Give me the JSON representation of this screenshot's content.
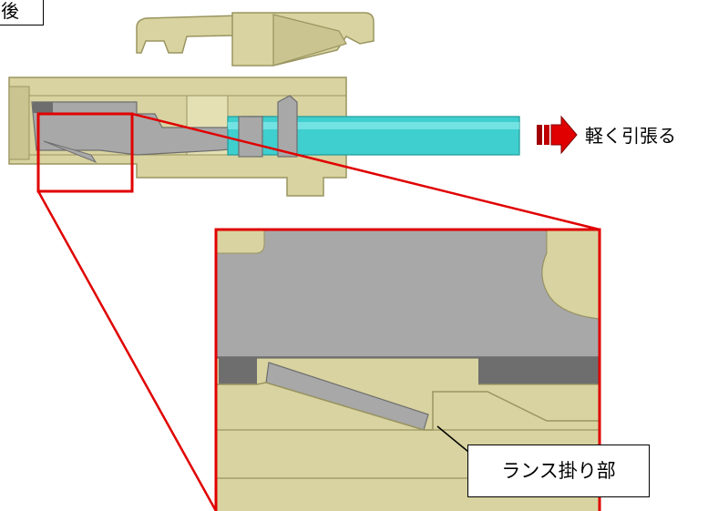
{
  "labels": {
    "corner": "後",
    "pull": "軽く引張る",
    "lance": "ランス掛り部"
  },
  "colors": {
    "housing": "#d8d3a0",
    "housing_edge": "#9a9560",
    "metal": "#a8a8a8",
    "metal_dark": "#6e6e6e",
    "cable": "#3fcfcf",
    "highlight": "#e00000",
    "arrow": "#e00000"
  },
  "icons": {
    "pull_arrow": "right-arrow-icon"
  }
}
